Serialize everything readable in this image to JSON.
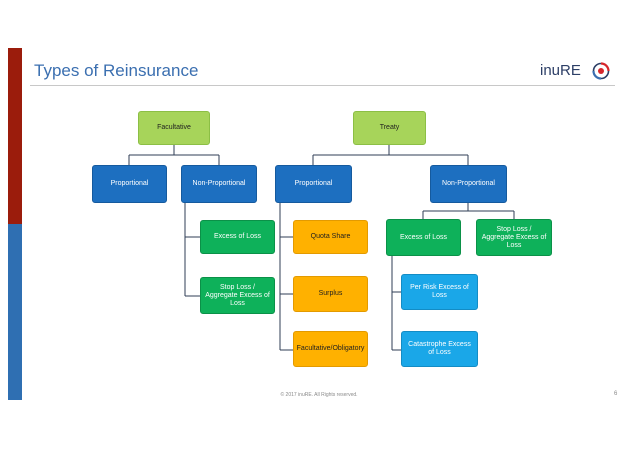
{
  "title": "Types of Reinsurance",
  "logo": {
    "text": "inuRE",
    "icon": "inure-globe-icon"
  },
  "colors": {
    "accent_red": "#9b1c0c",
    "accent_blue": "#2f6fb2",
    "title_blue": "#3b6fb0",
    "root_green": "#a7d45a",
    "node_blue": "#1d6fc0",
    "node_green": "#0eb15a",
    "node_orange": "#ffb100",
    "node_cyan": "#1aa7e8"
  },
  "diagram": {
    "facultative": {
      "label": "Facultative",
      "proportional": "Proportional",
      "non_proportional": "Non-Proportional",
      "excess_of_loss": "Excess of Loss",
      "stop_loss": "Stop Loss / Aggregate Excess of Loss"
    },
    "treaty": {
      "label": "Treaty",
      "proportional": "Proportional",
      "quota_share": "Quota Share",
      "surplus": "Surplus",
      "fac_oblig": "Facultative/Obligatory",
      "non_proportional": "Non-Proportional",
      "excess_of_loss": "Excess of Loss",
      "stop_loss": "Stop Loss / Aggregate Excess of Loss",
      "per_risk": "Per Risk Excess of Loss",
      "catastrophe": "Catastrophe Excess of Loss"
    }
  },
  "footer": "© 2017 inuRE. All Rights reserved.",
  "page_number": "6"
}
